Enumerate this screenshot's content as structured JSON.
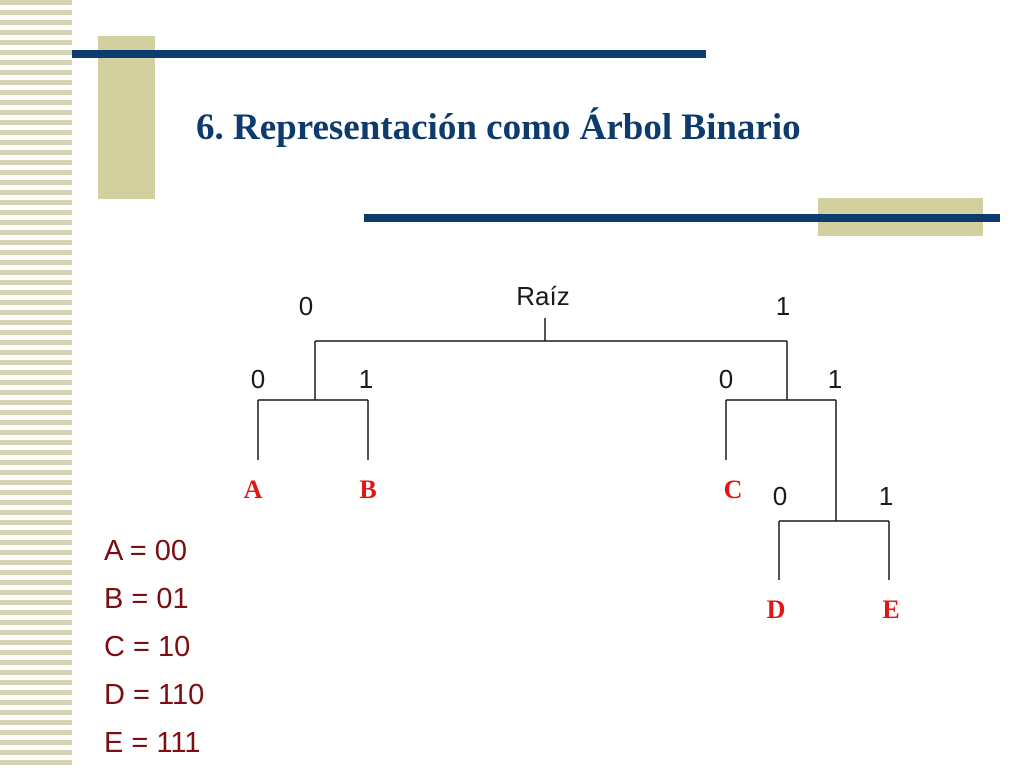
{
  "slide": {
    "title": "6. Representación como Árbol Binario"
  },
  "tree": {
    "root_label": "Raíz",
    "edge_labels": {
      "root_left": "0",
      "root_right": "1",
      "left_left": "0",
      "left_right": "1",
      "right_left": "0",
      "right_right": "1",
      "sub_left": "0",
      "sub_right": "1"
    },
    "leaves": {
      "a": "A",
      "b": "B",
      "c": "C",
      "d": "D",
      "e": "E"
    }
  },
  "codes": [
    "A = 00",
    "B = 01",
    "C = 10",
    "D = 110",
    "E = 111"
  ],
  "colors": {
    "navy": "#0d3b6e",
    "khaki": "#d2d09f",
    "leaf_red": "#e51515",
    "code_red": "#7a0e12"
  }
}
